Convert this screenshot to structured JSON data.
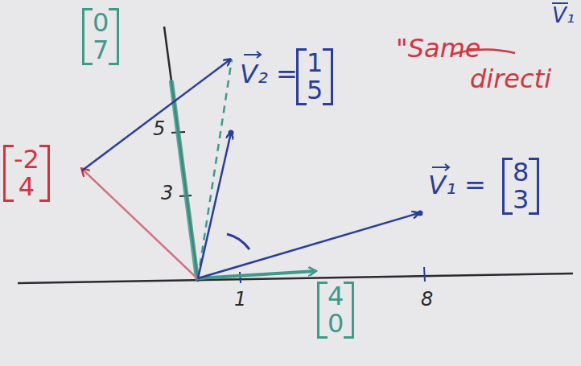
{
  "diagram": {
    "labels": [
      "V₁",
      "0 7",
      "V₂ =",
      "1 5",
      "\"Same",
      "directi",
      "5",
      "3",
      "-2 4",
      "V₁ =",
      "8 3",
      "1",
      "8",
      "4 0"
    ]
  }
}
